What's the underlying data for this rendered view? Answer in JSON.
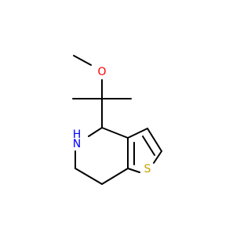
{
  "molecule": {
    "atoms": {
      "oxygen": "O",
      "nitrogen": "N",
      "hydrogen": "H",
      "sulfur": "S"
    },
    "colors": {
      "bond": "#000000",
      "oxygen": "#ff0000",
      "nitrogen": "#0000ff",
      "sulfur": "#c8a000"
    }
  }
}
